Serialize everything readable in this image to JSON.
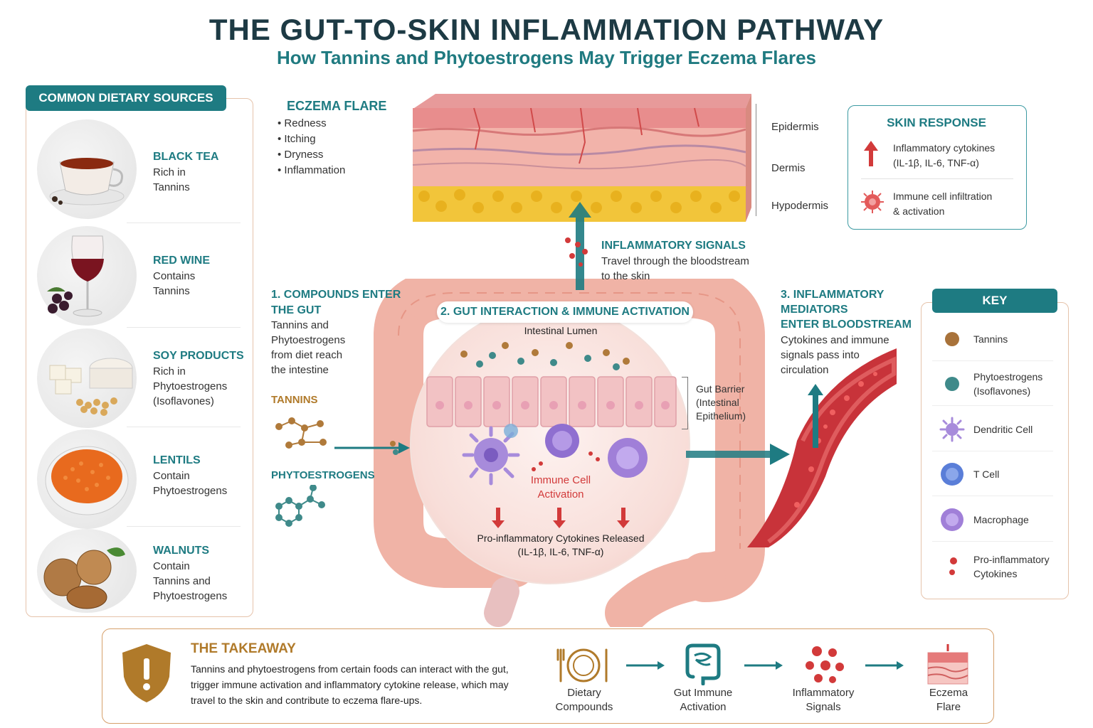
{
  "title": "THE GUT-TO-SKIN INFLAMMATION PATHWAY",
  "subtitle": "How Tannins and Phytoestrogens May Trigger Eczema Flares",
  "dietary": {
    "header": "COMMON DIETARY SOURCES",
    "items": [
      {
        "name": "BLACK TEA",
        "l1": "Rich in",
        "l2": "Tannins",
        "l3": "",
        "l4": ""
      },
      {
        "name": "RED WINE",
        "l1": "Contains",
        "l2": "Tannins",
        "l3": "",
        "l4": ""
      },
      {
        "name": "SOY PRODUCTS",
        "l1": "Rich in",
        "l2": "Phytoestrogens",
        "l3": "(Isoflavones)",
        "l4": ""
      },
      {
        "name": "LENTILS",
        "l1": "Contain",
        "l2": "Phytoestrogens",
        "l3": "",
        "l4": ""
      },
      {
        "name": "WALNUTS",
        "l1": "Contain",
        "l2": "Tannins and",
        "l3": "Phytoestrogens",
        "l4": ""
      }
    ]
  },
  "eczema": {
    "title": "ECZEMA FLARE",
    "items": [
      "Redness",
      "Itching",
      "Dryness",
      "Inflammation"
    ]
  },
  "skin_layers": [
    "Epidermis",
    "Dermis",
    "Hypodermis"
  ],
  "skin_response": {
    "title": "SKIN RESPONSE",
    "r1a": "Inflammatory cytokines",
    "r1b": "(IL-1β, IL-6, TNF-α)",
    "r2a": "Immune cell infiltration",
    "r2b": "& activation"
  },
  "signals": {
    "title": "INFLAMMATORY SIGNALS",
    "l1": "Travel through the bloodstream",
    "l2": "to the skin"
  },
  "step1": {
    "t1": "1. COMPOUNDS ENTER",
    "t2": "THE GUT",
    "b1": "Tannins and",
    "b2": "Phytoestrogens",
    "b3": "from diet reach",
    "b4": "the intestine",
    "tannins": "TANNINS",
    "phyto": "PHYTOESTROGENS"
  },
  "step2": {
    "title": "2. GUT INTERACTION & IMMUNE ACTIVATION",
    "lumen": "Intestinal Lumen",
    "barrier1": "Gut Barrier",
    "barrier2": "(Intestinal",
    "barrier3": "Epithelium)",
    "activation1": "Immune Cell",
    "activation2": "Activation",
    "cyto1": "Pro-inflammatory Cytokines Released",
    "cyto2": "(IL-1β, IL-6, TNF-α)"
  },
  "step3": {
    "t1": "3. INFLAMMATORY",
    "t2": "MEDIATORS",
    "t3": "ENTER BLOODSTREAM",
    "b1": "Cytokines and immune",
    "b2": "signals pass into",
    "b3": "circulation"
  },
  "key": {
    "title": "KEY",
    "items": [
      {
        "l1": "Tannins",
        "l2": ""
      },
      {
        "l1": "Phytoestrogens",
        "l2": "(Isoflavones)"
      },
      {
        "l1": "Dendritic Cell",
        "l2": ""
      },
      {
        "l1": "T Cell",
        "l2": ""
      },
      {
        "l1": "Macrophage",
        "l2": ""
      },
      {
        "l1": "Pro-inflammatory",
        "l2": "Cytokines"
      }
    ]
  },
  "takeaway": {
    "title": "THE TAKEAWAY",
    "l1": "Tannins and phytoestrogens from certain foods can interact with the gut,",
    "l2": "trigger immune activation and inflammatory cytokine release, which may",
    "l3": "travel to the skin and contribute to eczema flare-ups.",
    "flow": [
      {
        "a": "Dietary",
        "b": "Compounds"
      },
      {
        "a": "Gut Immune",
        "b": "Activation"
      },
      {
        "a": "Inflammatory",
        "b": "Signals"
      },
      {
        "a": "Eczema",
        "b": "Flare"
      }
    ]
  },
  "colors": {
    "teal": "#1e7b82",
    "navy": "#1d3a44",
    "gold": "#b07a2a",
    "red": "#d23a3a"
  }
}
